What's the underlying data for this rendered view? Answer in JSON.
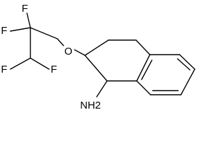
{
  "molecule": {
    "atoms": {
      "f1": "F",
      "f2": "F",
      "f3": "F",
      "f4": "F",
      "o": "O",
      "n": "NH2"
    },
    "colors": {
      "bond": "#000000",
      "background": "#ffffff"
    }
  }
}
